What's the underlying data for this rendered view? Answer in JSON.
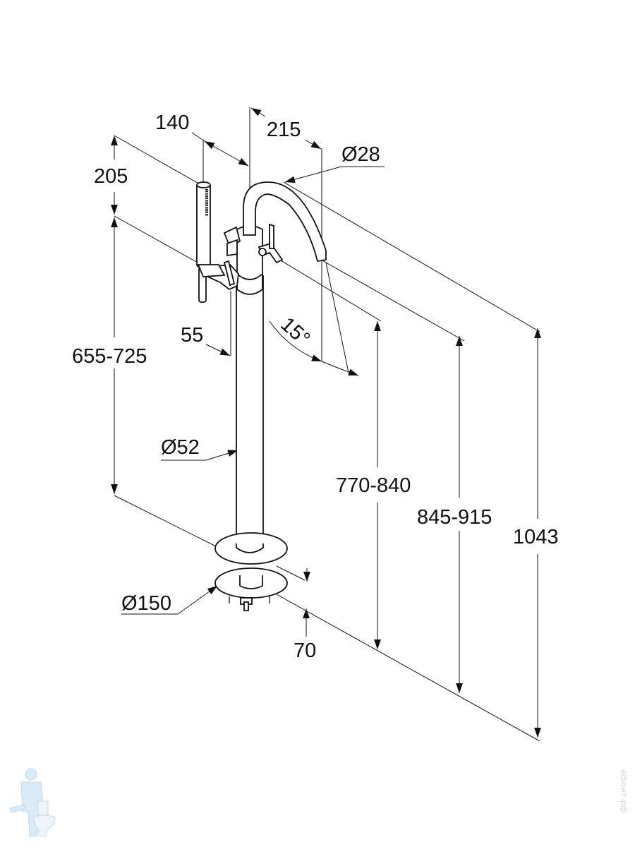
{
  "drawing": {
    "subject": "Freestanding bath mixer with hand shower — dimensional drawing",
    "units": "mm",
    "line_color": "#111111",
    "background": "#ffffff"
  },
  "dimensions": {
    "hand_shower_offset": "140",
    "spout_reach": "215",
    "spout_diameter": "Ø28",
    "hand_shower_height": "205",
    "spout_angle": "15°",
    "handle_height": "655-725",
    "handle_offset": "55",
    "column_diameter": "Ø52",
    "outlet_height": "770-840",
    "spout_top_height": "845-915",
    "total_height": "1043",
    "base_diameter": "Ø150",
    "floor_plate_height": "70"
  },
  "watermark": {
    "logo": "plumber-mascot-logo",
    "logo_color": "#cfe3f5",
    "text": "афонт.рф"
  }
}
